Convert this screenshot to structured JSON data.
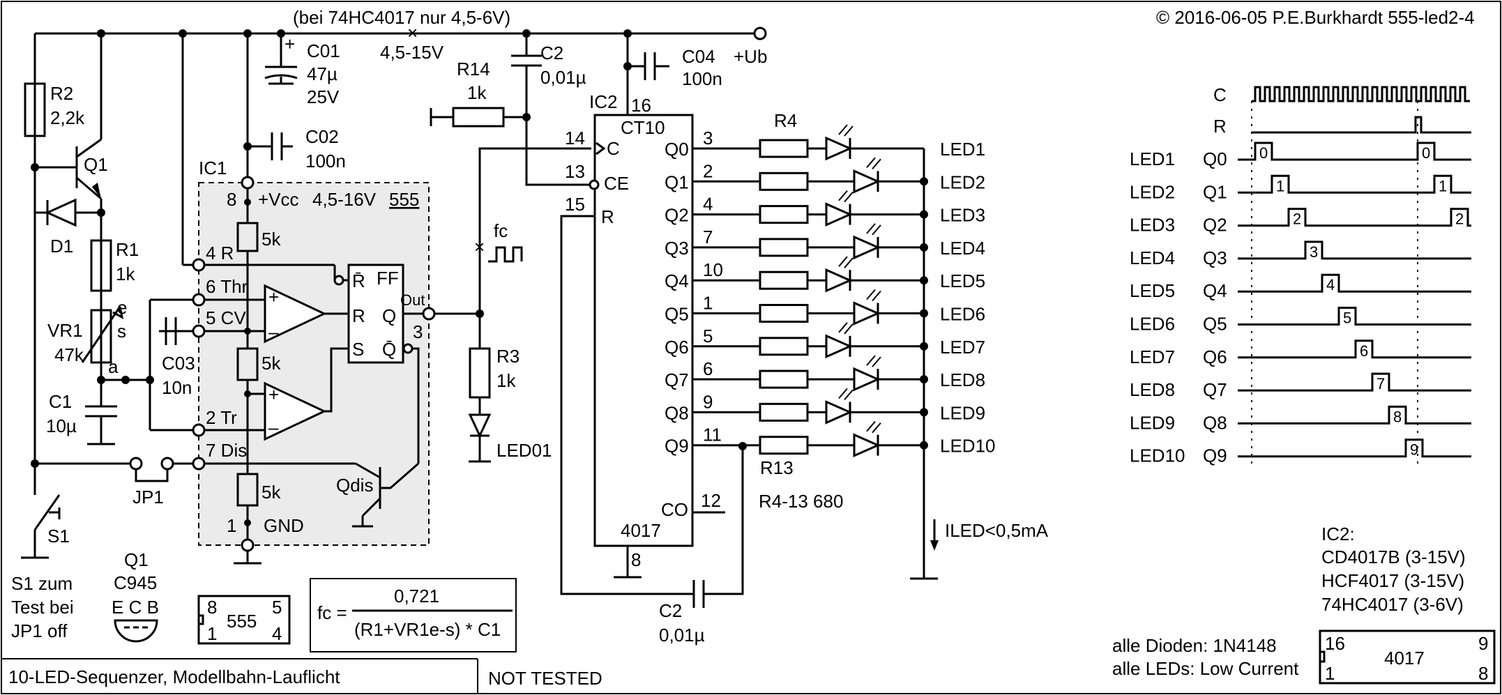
{
  "header": {
    "supply_note": "(bei 74HC4017 nur 4,5-6V)",
    "copyright": "© 2016-06-05 P.E.Burkhardt 555-led2-4",
    "supply_range": "4,5-15V",
    "vplus": "+Ub"
  },
  "footer": {
    "title": "10-LED-Sequenzer, Modellbahn-Lauflicht",
    "status": "NOT TESTED"
  },
  "components": {
    "r2": [
      "R2",
      "2,2k"
    ],
    "q1": "Q1",
    "d1": "D1",
    "r1": [
      "R1",
      "1k"
    ],
    "vr1": [
      "VR1",
      "47k"
    ],
    "vr1_pins": [
      "e",
      "s",
      "a"
    ],
    "c1": [
      "C1",
      "10µ"
    ],
    "c01": [
      "C01",
      "47µ",
      "25V"
    ],
    "c02": [
      "C02",
      "100n"
    ],
    "c03": [
      "C03",
      "10n"
    ],
    "c2_top": [
      "C2",
      "0,01µ"
    ],
    "c04": [
      "C04",
      "100n"
    ],
    "r14": [
      "R14",
      "1k"
    ],
    "r3": [
      "R3",
      "1k"
    ],
    "led01": "LED01",
    "r13": "R13",
    "r4": "R4",
    "r_values": "R4-13  680",
    "c2_bottom": [
      "C2",
      "0,01µ"
    ],
    "jp1": "JP1",
    "s1": "S1",
    "fc": "fc",
    "iled": "ILED<0,5mA"
  },
  "ic1": {
    "name": "IC1",
    "chip": "555",
    "supply": "4,5-16V",
    "pins": [
      "8",
      "+Vcc",
      "4 R",
      "6 Thr",
      "5 CV",
      "2 Tr",
      "7 Dis",
      "1",
      "GND"
    ],
    "res": "5k",
    "ff": [
      "R̄",
      "FF",
      "R",
      "S",
      "Q",
      "Q̄"
    ],
    "out": [
      "Out",
      "3"
    ],
    "qdis": "Qdis"
  },
  "ic2": {
    "name": "IC2",
    "func": "CT10",
    "chip": "4017",
    "pin16": "16",
    "pin8": "8",
    "inputs": [
      [
        "14",
        "C"
      ],
      [
        "13",
        "CE"
      ],
      [
        "15",
        "R"
      ]
    ],
    "co": [
      "CO",
      "12"
    ],
    "outputs": [
      {
        "pin": "3",
        "q": "Q0",
        "led": "LED1"
      },
      {
        "pin": "2",
        "q": "Q1",
        "led": "LED2"
      },
      {
        "pin": "4",
        "q": "Q2",
        "led": "LED3"
      },
      {
        "pin": "7",
        "q": "Q3",
        "led": "LED4"
      },
      {
        "pin": "10",
        "q": "Q4",
        "led": "LED5"
      },
      {
        "pin": "1",
        "q": "Q5",
        "led": "LED6"
      },
      {
        "pin": "5",
        "q": "Q6",
        "led": "LED7"
      },
      {
        "pin": "6",
        "q": "Q7",
        "led": "LED8"
      },
      {
        "pin": "9",
        "q": "Q8",
        "led": "LED9"
      },
      {
        "pin": "11",
        "q": "Q9",
        "led": "LED10"
      }
    ]
  },
  "timing": {
    "c": "C",
    "r": "R",
    "rows": [
      {
        "led": "LED1",
        "q": "Q0",
        "n": "0"
      },
      {
        "led": "LED2",
        "q": "Q1",
        "n": "1"
      },
      {
        "led": "LED3",
        "q": "Q2",
        "n": "2"
      },
      {
        "led": "LED4",
        "q": "Q3",
        "n": "3"
      },
      {
        "led": "LED5",
        "q": "Q4",
        "n": "4"
      },
      {
        "led": "LED6",
        "q": "Q5",
        "n": "5"
      },
      {
        "led": "LED7",
        "q": "Q6",
        "n": "6"
      },
      {
        "led": "LED8",
        "q": "Q7",
        "n": "7"
      },
      {
        "led": "LED9",
        "q": "Q8",
        "n": "8"
      },
      {
        "led": "LED10",
        "q": "Q9",
        "n": "9"
      }
    ]
  },
  "notes": {
    "s1": [
      "S1 zum",
      "Test bei",
      "JP1 off"
    ],
    "q1": [
      "Q1",
      "C945",
      "E C B"
    ],
    "pkg555": [
      "8",
      "555",
      "5",
      "1",
      "4"
    ],
    "formula": [
      "fc =",
      "0,721",
      "(R1+VR1e-s) * C1"
    ],
    "ic2_types": [
      "IC2:",
      "CD4017B (3-15V)",
      "HCF4017 (3-15V)",
      "74HC4017 (3-6V)"
    ],
    "diodes": "alle Dioden: 1N4148",
    "leds": "alle LEDs: Low Current",
    "pkg4017": [
      "16",
      "9",
      "4017",
      "1",
      "8"
    ]
  }
}
